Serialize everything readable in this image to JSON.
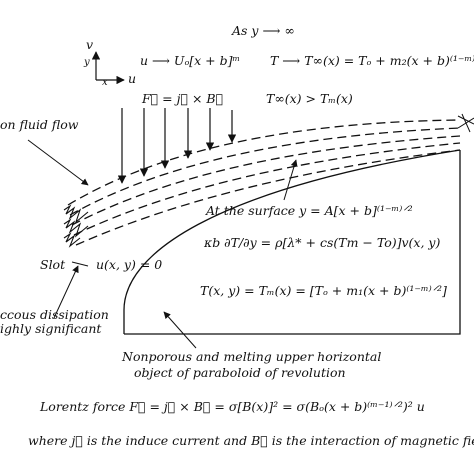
{
  "axes": {
    "v_label": "v",
    "u_label": "u",
    "y_label": "y",
    "x_label": "x"
  },
  "free_stream": {
    "as_y_infinity": "As y ⟶ ∞",
    "velocity": "u ⟶ Uₒ[x + b]ᵐ",
    "temperature": "T ⟶ T∞(x) = Tₒ + m₂(x + b)⁽¹⁻ᵐ⁾"
  },
  "lorentz_vector": "F⃗ = j⃗ × B⃗",
  "temp_relation": "T∞(x) > Tₘ(x)",
  "flow_label": "on fluid flow",
  "surface": {
    "condition": "At the surface y = A[x + b]⁽¹⁻ᵐ⁾ᐟ²",
    "slot": "Slot",
    "u_zero": "u(x, y) = 0",
    "heat_balance": "κb ∂T/∂y = ρ[λ* + cs(Tm − To)]v(x, y)",
    "temperature": "T(x, y) = Tₘ(x) = [Tₒ + m₁(x + b)⁽¹⁻ᵐ⁾ᐟ²]"
  },
  "viscous": {
    "line1": "ccous dissipation",
    "line2": "ighly significant"
  },
  "object": {
    "line1": "Nonporous and melting upper horizontal",
    "line2": "object of paraboloid of revolution"
  },
  "lorentz_force": "Lorentz force F⃗ = j⃗ × B⃗ = σ[B(x)]² = σ(Bₒ(x + b)⁽ᵐ⁻¹⁾ᐟ²)² u",
  "where_note": "where j⃗ is the induce current and B⃗ is the interaction of magnetic field"
}
